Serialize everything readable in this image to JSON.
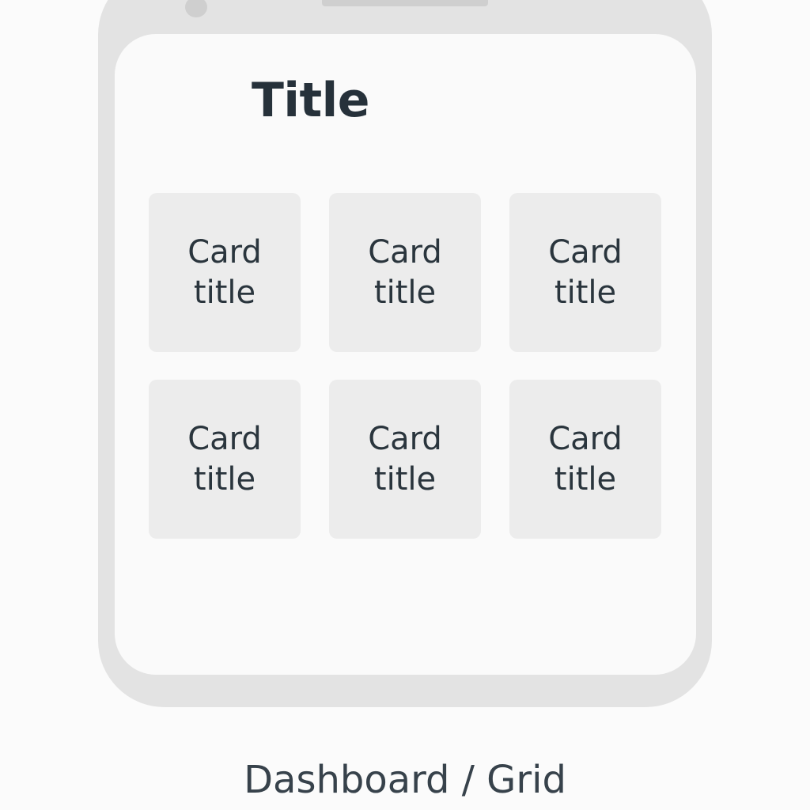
{
  "screen": {
    "title": "Title",
    "cards": [
      {
        "title": "Card title"
      },
      {
        "title": "Card title"
      },
      {
        "title": "Card title"
      },
      {
        "title": "Card title"
      },
      {
        "title": "Card title"
      },
      {
        "title": "Card title"
      }
    ]
  },
  "caption": "Dashboard / Grid",
  "colors": {
    "frame": "#e3e3e3",
    "screen_background": "#fafafa",
    "card_background": "#ececec",
    "text": "#2a353d"
  }
}
